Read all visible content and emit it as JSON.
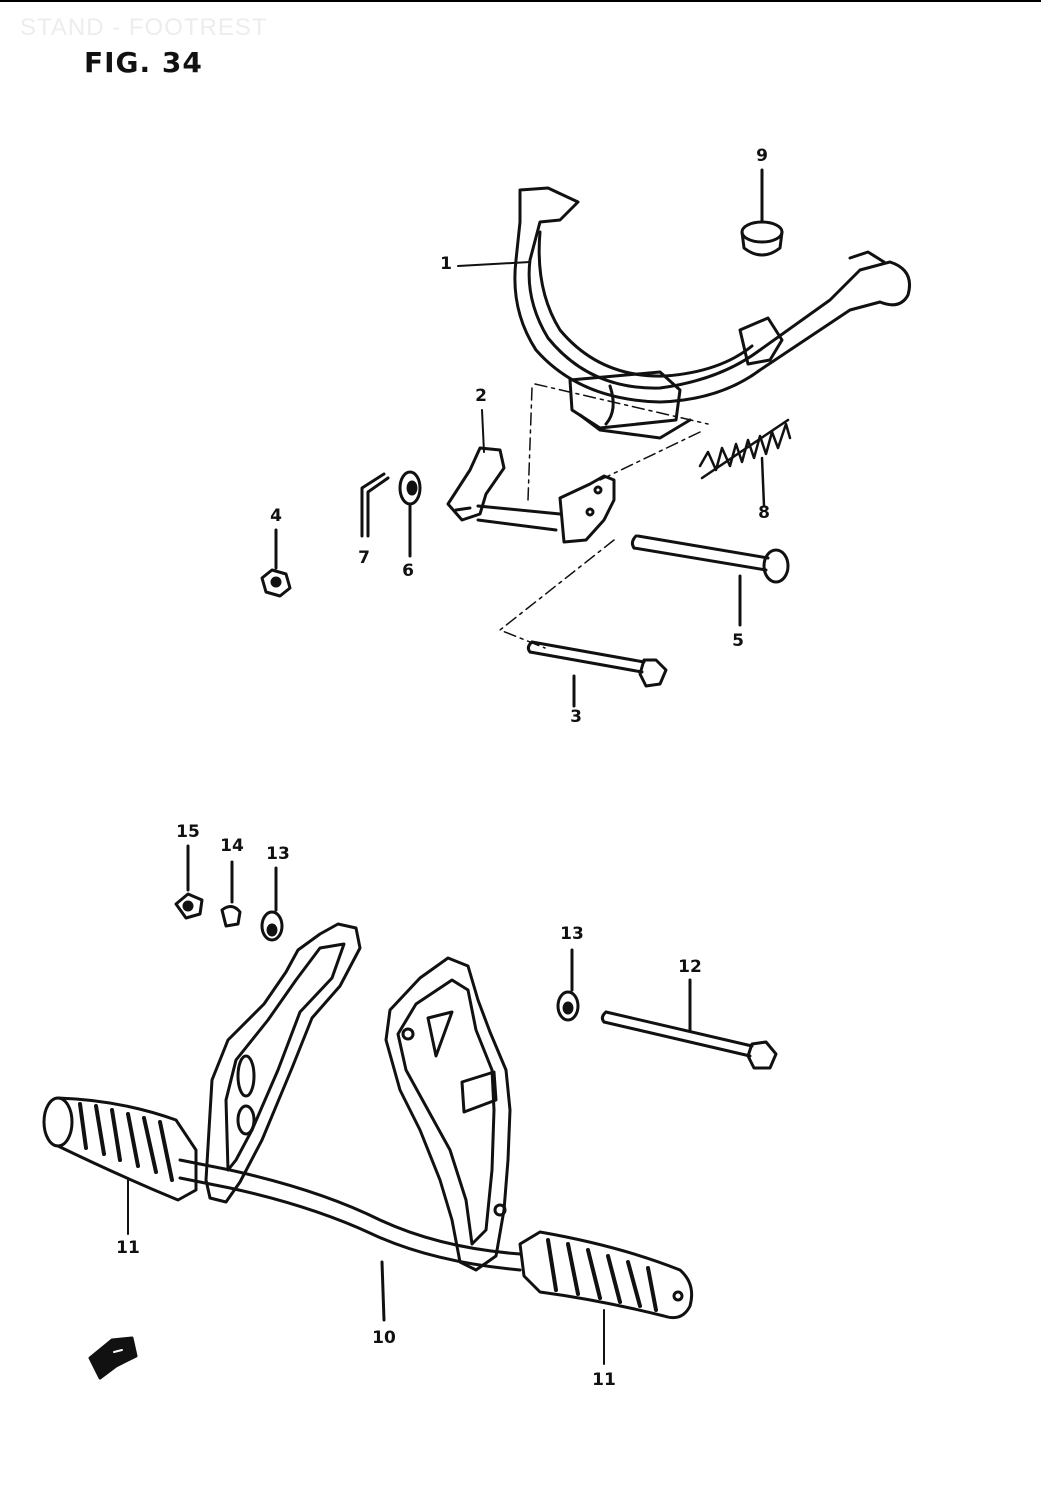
{
  "header": {
    "watermark": "STAND - FOOTREST",
    "figure_label": "FIG. 34"
  },
  "callouts": [
    {
      "id": "c1",
      "text": "1"
    },
    {
      "id": "c2",
      "text": "2"
    },
    {
      "id": "c3",
      "text": "3"
    },
    {
      "id": "c4",
      "text": "4"
    },
    {
      "id": "c5",
      "text": "5"
    },
    {
      "id": "c6",
      "text": "6"
    },
    {
      "id": "c7",
      "text": "7"
    },
    {
      "id": "c8",
      "text": "8"
    },
    {
      "id": "c9",
      "text": "9"
    },
    {
      "id": "c10",
      "text": "10"
    },
    {
      "id": "c11a",
      "text": "11"
    },
    {
      "id": "c11b",
      "text": "11"
    },
    {
      "id": "c12",
      "text": "12"
    },
    {
      "id": "c13a",
      "text": "13"
    },
    {
      "id": "c13b",
      "text": "13"
    },
    {
      "id": "c14",
      "text": "14"
    },
    {
      "id": "c15",
      "text": "15"
    }
  ]
}
